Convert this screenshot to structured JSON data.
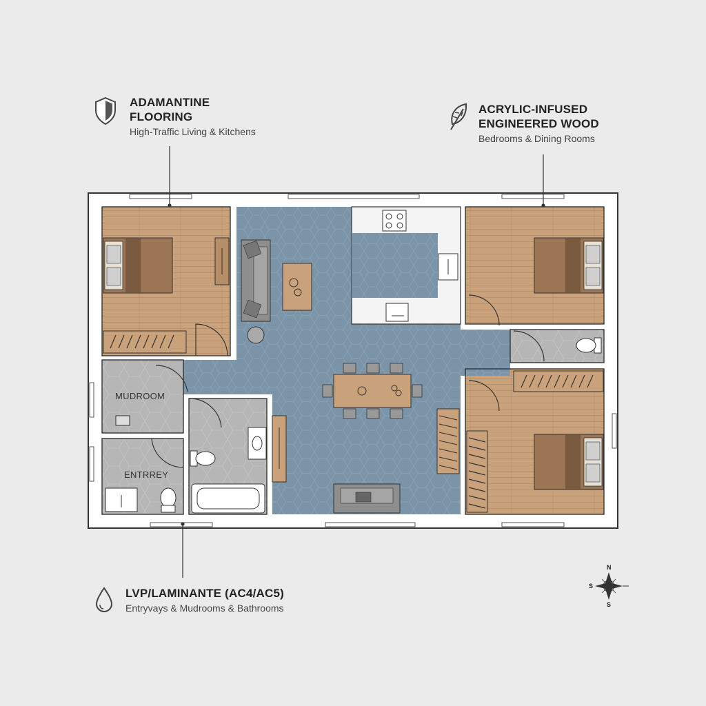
{
  "legend": {
    "adamantine": {
      "title_line1": "ADAMANTINE",
      "title_line2": "FLOORING",
      "subtitle": "High-Traffic Living & Kitchens",
      "icon": "shield-icon"
    },
    "wood": {
      "title_line1": "ACRYLIC-INFUSED",
      "title_line2": "ENGINEERED WOOD",
      "subtitle": "Bedrooms & Dining Rooms",
      "icon": "leaf-icon"
    },
    "lvp": {
      "title": "LVP/LAMINANTE (AC4/AC5)",
      "subtitle": "Entryvays & Mudrooms & Bathrooms",
      "icon": "water-drop-icon"
    }
  },
  "rooms": {
    "mudroom": "MUDROOM",
    "entry": "ENTRREY"
  },
  "compass": {
    "n": "N",
    "s_bottom": "S",
    "s_left": "S"
  },
  "colors": {
    "wood": "#c9a17a",
    "adamantine": "#7b94a8",
    "lvp": "#b6b6b6",
    "wall": "#ffffff",
    "background": "#ebebeb"
  }
}
